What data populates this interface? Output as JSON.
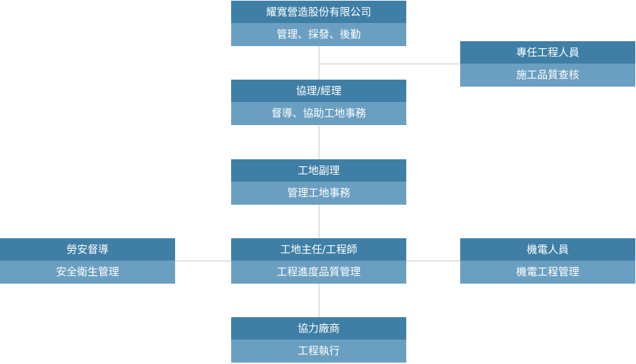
{
  "nodes": {
    "company": {
      "title": "耀寬營造股份有限公司",
      "sub": "管理、採發、後勤"
    },
    "engineer": {
      "title": "專任工程人員",
      "sub": "施工品質查核"
    },
    "manager": {
      "title": "協理/經理",
      "sub": "督導、協助工地事務"
    },
    "deputy": {
      "title": "工地副理",
      "sub": "管理工地事務"
    },
    "safety": {
      "title": "勞安督導",
      "sub": "安全衛生管理"
    },
    "site_director": {
      "title": "工地主任/工程師",
      "sub": "工程進度品質管理"
    },
    "electrical": {
      "title": "機電人員",
      "sub": "機電工程管理"
    },
    "contractor": {
      "title": "協力廠商",
      "sub": "工程執行"
    }
  }
}
